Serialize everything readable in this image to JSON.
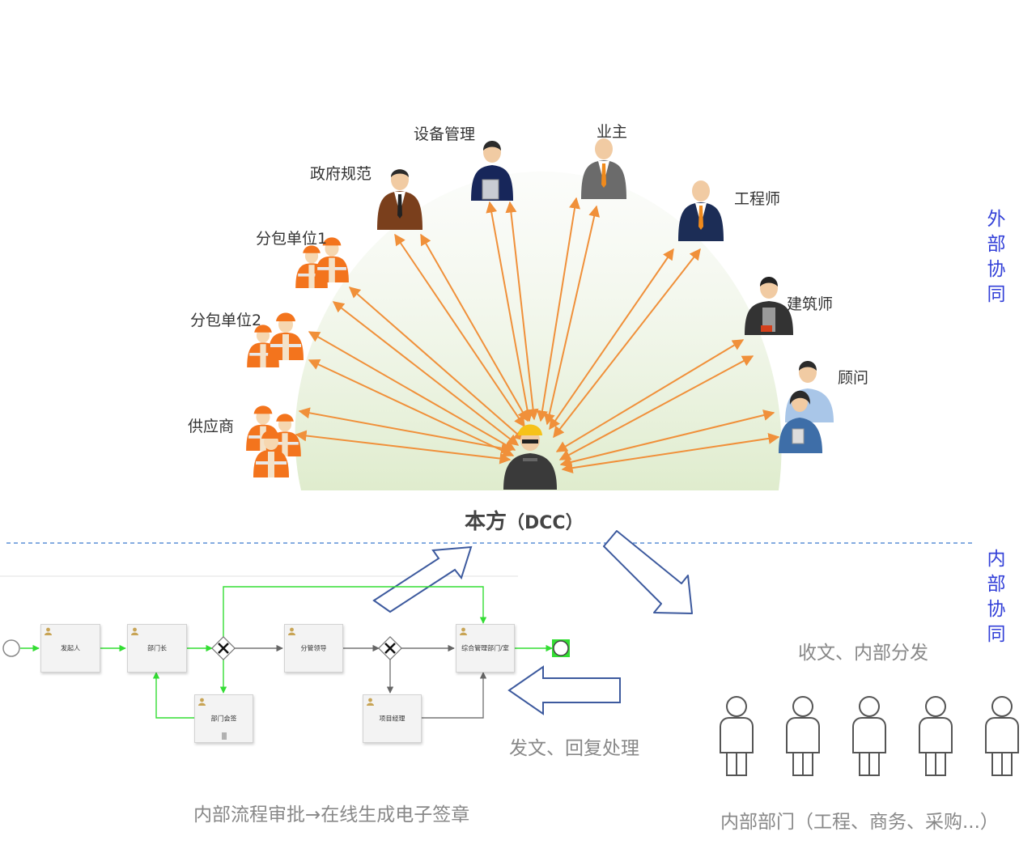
{
  "center": {
    "title": "本方",
    "subtitle": "（DCC）"
  },
  "stakeholders": [
    {
      "key": "gov",
      "label": "政府规范",
      "figure": "brown-suit-man-icon"
    },
    {
      "key": "equip",
      "label": "设备管理",
      "figure": "polo-shirt-man-icon"
    },
    {
      "key": "owner",
      "label": "业主",
      "figure": "grey-suit-man-icon"
    },
    {
      "key": "engineer",
      "label": "工程师",
      "figure": "navy-suit-man-icon"
    },
    {
      "key": "architect",
      "label": "建筑师",
      "figure": "vest-man-icon"
    },
    {
      "key": "consultant",
      "label": "顾问",
      "figure": "consultant-pair-icon"
    },
    {
      "key": "sub1",
      "label": "分包单位1",
      "figure": "worker-group-icon"
    },
    {
      "key": "sub2",
      "label": "分包单位2",
      "figure": "worker-group-icon"
    },
    {
      "key": "supplier",
      "label": "供应商",
      "figure": "worker-group-icon"
    }
  ],
  "sides": {
    "external": "外部协同",
    "internal": "内部协同"
  },
  "workflow": {
    "nodes": [
      {
        "key": "n1",
        "label": "发起人"
      },
      {
        "key": "n2",
        "label": "部门长"
      },
      {
        "key": "n3",
        "label": "分管领导"
      },
      {
        "key": "n4",
        "label": "综合管理部门/室"
      },
      {
        "key": "n5",
        "label": "部门会签",
        "extra": "|||"
      },
      {
        "key": "n6",
        "label": "项目经理"
      }
    ],
    "caption": "内部流程审批→在线生成电子签章"
  },
  "receive_label": "收文、内部分发",
  "send_label": "发文、回复处理",
  "departments": {
    "count": 5,
    "caption": "内部部门（工程、商务、采购...）"
  },
  "colors": {
    "arrow": "#f0903a",
    "dome": "#e6efd8",
    "side_text": "#3340d8",
    "flow_green": "#33dd33",
    "hollow_arrow": "#3d5a9e",
    "divider": "#5b8fd6"
  }
}
